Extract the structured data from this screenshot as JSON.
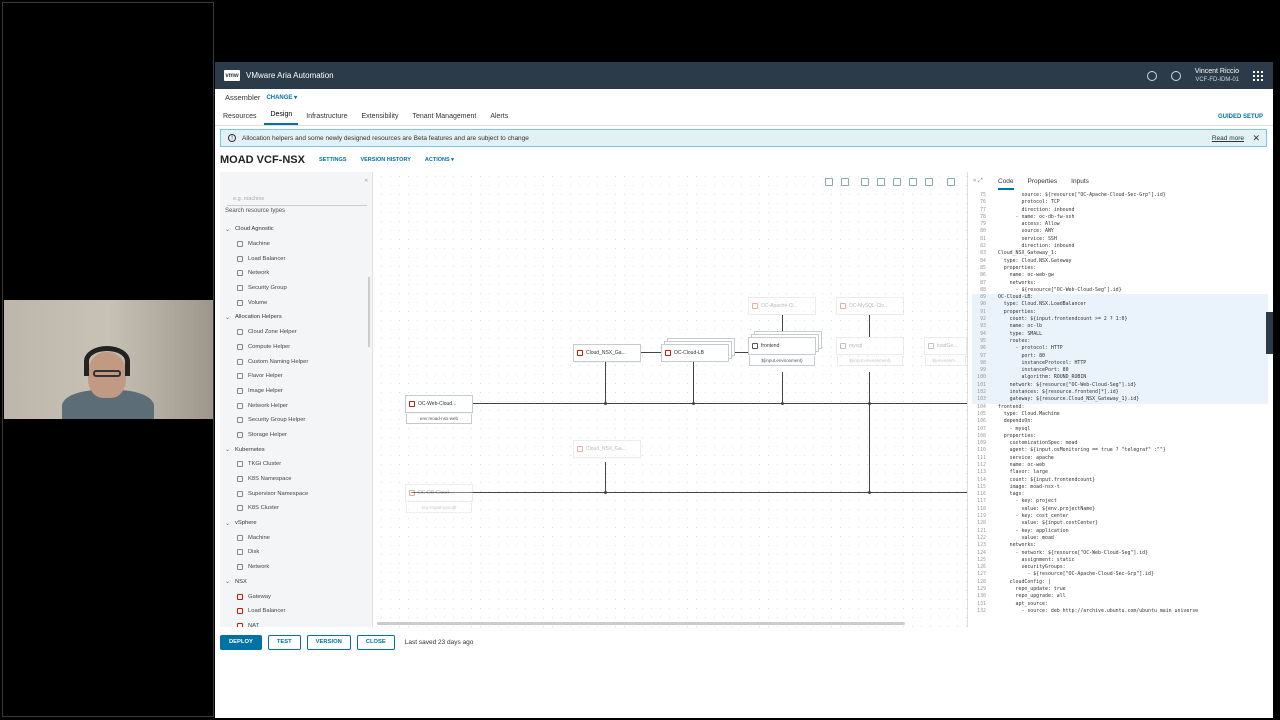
{
  "app": {
    "title": "VMware Aria Automation",
    "logo_text": "vmw",
    "user_name": "Vincent Riccio",
    "user_org": "VCF-FD-IDM-01"
  },
  "subheader": {
    "service": "Assembler",
    "change_label": "CHANGE"
  },
  "nav": {
    "tabs": [
      "Resources",
      "Design",
      "Infrastructure",
      "Extensibility",
      "Tenant Management",
      "Alerts"
    ],
    "active": "Design",
    "guided_setup": "GUIDED SETUP"
  },
  "banner": {
    "message": "Allocation helpers and some newly designed resources are Beta features and are subject to change",
    "read_more": "Read more"
  },
  "blueprint": {
    "title": "MOAD VCF-NSX",
    "settings": "SETTINGS",
    "version_history": "VERSION HISTORY",
    "actions": "ACTIONS"
  },
  "palette": {
    "search_placeholder": "e.g. machine",
    "search_hint": "Search resource types",
    "categories": [
      {
        "name": "Cloud Agnostic",
        "items": [
          "Machine",
          "Load Balancer",
          "Network",
          "Security Group",
          "Volume"
        ]
      },
      {
        "name": "Allocation Helpers",
        "items": [
          "Cloud Zone Helper",
          "Compute Helper",
          "Custom Naming Helper",
          "Flavor Helper",
          "Image Helper",
          "Network Helper",
          "Security Group Helper",
          "Storage Helper"
        ]
      },
      {
        "name": "Kubernetes",
        "items": [
          "TKGi Cluster",
          "K8S Namespace",
          "Supervisor Namespace",
          "K8S Cluster"
        ]
      },
      {
        "name": "vSphere",
        "items": [
          "Machine",
          "Disk",
          "Network"
        ]
      },
      {
        "name": "NSX",
        "items": [
          "Gateway",
          "Load Balancer",
          "NAT"
        ]
      }
    ]
  },
  "canvas": {
    "nodes": {
      "gateway": "Cloud_NSX_Ga...",
      "lb": "OC-Cloud-LB",
      "frontend": "frontend",
      "frontend_sub": "${input.environment}",
      "apache": "OC-Apache-Cl...",
      "mysql": "OC-MySQL-Clo...",
      "mysql_node": "mysql",
      "mysql_sub": "${input.environment}",
      "loadgen": "loadGe...",
      "loadgen_sub": "${environm...",
      "web_seg": "OC-Web-Cloud...",
      "web_seg_sub": "env:moad-nsx-web",
      "gateway2": "Cloud_NSX_Ga...",
      "db_seg": "OC-DB-Cloud-...",
      "db_seg_sub": "env:moad-nsx-db"
    }
  },
  "code_panel": {
    "tabs": [
      "Code",
      "Properties",
      "Inputs"
    ],
    "active": "Code",
    "lines": [
      {
        "n": "75",
        "t": "          source: ${resource[\"OC-Apache-Cloud-Sec-Grp\"].id}"
      },
      {
        "n": "76",
        "t": "          protocol: TCP"
      },
      {
        "n": "77",
        "t": "          direction: inbound"
      },
      {
        "n": "78",
        "t": "        - name: oc-db-fw-ssh"
      },
      {
        "n": "79",
        "t": "          access: Allow"
      },
      {
        "n": "80",
        "t": "          source: ANY"
      },
      {
        "n": "81",
        "t": "          service: SSH"
      },
      {
        "n": "82",
        "t": "          direction: inbound"
      },
      {
        "n": "83",
        "t": "  Cloud_NSX_Gateway_1:"
      },
      {
        "n": "84",
        "t": "    type: Cloud.NSX.Gateway"
      },
      {
        "n": "85",
        "t": "    properties:"
      },
      {
        "n": "86",
        "t": "      name: oc-web-gw"
      },
      {
        "n": "87",
        "t": "      networks:"
      },
      {
        "n": "88",
        "t": "        - ${resource[\"OC-Web-Cloud-Seg\"].id}"
      },
      {
        "n": "89",
        "t": "  OC-Cloud-LB:"
      },
      {
        "n": "90",
        "t": "    type: Cloud.NSX.LoadBalancer"
      },
      {
        "n": "91",
        "t": "    properties:"
      },
      {
        "n": "92",
        "t": "      count: ${input.frontendcount >= 2 ? 1:0}"
      },
      {
        "n": "93",
        "t": "      name: oc-lb"
      },
      {
        "n": "94",
        "t": "      type: SMALL"
      },
      {
        "n": "95",
        "t": "      routes:"
      },
      {
        "n": "96",
        "t": "        - protocol: HTTP"
      },
      {
        "n": "97",
        "t": "          port: 80"
      },
      {
        "n": "98",
        "t": "          instanceProtocol: HTTP"
      },
      {
        "n": "99",
        "t": "          instancePort: 80"
      },
      {
        "n": "100",
        "t": "          algorithm: ROUND_ROBIN"
      },
      {
        "n": "101",
        "t": "      network: ${resource[\"OC-Web-Cloud-Seg\"].id}"
      },
      {
        "n": "102",
        "t": "      instances: ${resource.frontend[*].id}"
      },
      {
        "n": "103",
        "t": "      gateway: ${resource.Cloud_NSX_Gateway_1}.id}"
      },
      {
        "n": "104",
        "t": "  frontend:"
      },
      {
        "n": "105",
        "t": "    type: Cloud.Machine"
      },
      {
        "n": "106",
        "t": "    dependsOn:"
      },
      {
        "n": "107",
        "t": "      - mysql"
      },
      {
        "n": "108",
        "t": "    properties:"
      },
      {
        "n": "109",
        "t": "      customizationSpec: moad"
      },
      {
        "n": "110",
        "t": "      agent: ${input.osMonitoring == true ? \"telegraf\" :\"\"}"
      },
      {
        "n": "111",
        "t": "      service: apache"
      },
      {
        "n": "112",
        "t": "      name: oc-web"
      },
      {
        "n": "113",
        "t": "      flavor: large"
      },
      {
        "n": "114",
        "t": "      count: ${input.frontendcount}"
      },
      {
        "n": "115",
        "t": "      image: moad-nsx-t"
      },
      {
        "n": "116",
        "t": "      tags:"
      },
      {
        "n": "117",
        "t": "        - key: project"
      },
      {
        "n": "118",
        "t": "          value: ${env.projectName}"
      },
      {
        "n": "119",
        "t": "        - key: cost_center"
      },
      {
        "n": "120",
        "t": "          value: ${input.costCenter}"
      },
      {
        "n": "121",
        "t": "        - key: application"
      },
      {
        "n": "122",
        "t": "          value: moad"
      },
      {
        "n": "123",
        "t": "      networks:"
      },
      {
        "n": "124",
        "t": "        - network: ${resource[\"OC-Web-Cloud-Seg\"].id}"
      },
      {
        "n": "125",
        "t": "          assignment: static"
      },
      {
        "n": "126",
        "t": "          securityGroups:"
      },
      {
        "n": "127",
        "t": "            - ${resource[\"OC-Apache-Cloud-Sec-Grp\"].id}"
      },
      {
        "n": "128",
        "t": "      cloudConfig: |"
      },
      {
        "n": "129",
        "t": "        repo_update: true"
      },
      {
        "n": "130",
        "t": "        repo_upgrade: all"
      },
      {
        "n": "131",
        "t": "        apt_source:"
      },
      {
        "n": "132",
        "t": "          - source: deb http://archive.ubuntu.com/ubuntu main universe"
      }
    ]
  },
  "footer": {
    "deploy": "DEPLOY",
    "test": "TEST",
    "version": "VERSION",
    "close": "CLOSE",
    "saved": "Last saved 23 days ago"
  },
  "colors": {
    "topbar": "#2b3b49",
    "accent": "#0072a3",
    "banner_bg": "#e1f1f6"
  }
}
